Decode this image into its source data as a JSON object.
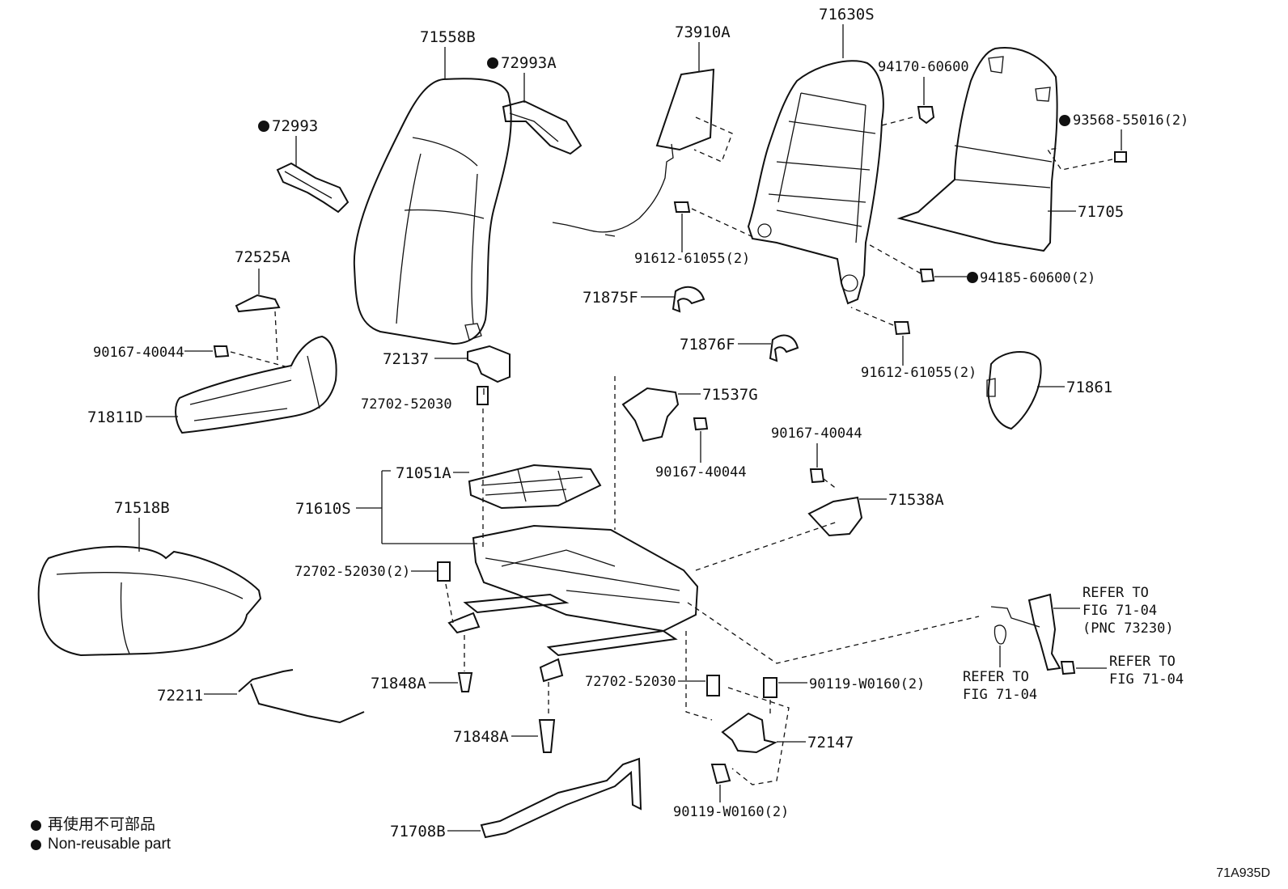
{
  "labels": {
    "p71558B": "71558B",
    "p72993A": "72993A",
    "p72993": "72993",
    "p73910A": "73910A",
    "p71630S": "71630S",
    "p94170": "94170-60600",
    "p93568": "93568-55016(2)",
    "p71705": "71705",
    "p91612a": "91612-61055(2)",
    "p94185": "94185-60600(2)",
    "p72525A": "72525A",
    "p90167a": "90167-40044",
    "p71811D": "71811D",
    "p71875F": "71875F",
    "p72137": "72137",
    "p72702a": "72702-52030",
    "p71876F": "71876F",
    "p91612b": "91612-61055(2)",
    "p71861": "71861",
    "p71537G": "71537G",
    "p90167b": "90167-40044",
    "p90167c": "90167-40044",
    "p71051A": "71051A",
    "p71610S": "71610S",
    "p71538A": "71538A",
    "p71518B": "71518B",
    "p72702b": "72702-52030(2)",
    "refer1a": "REFER TO",
    "refer1b": "FIG 71-04",
    "refer1c": "(PNC 73230)",
    "refer2a": "REFER TO",
    "refer2b": "FIG 71-04",
    "refer3a": "REFER TO",
    "refer3b": "FIG 71-04",
    "p71848Aa": "71848A",
    "p72702c": "72702-52030",
    "p90119a": "90119-W0160(2)",
    "p72211": "72211",
    "p71848Ab": "71848A",
    "p72147": "72147",
    "p90119b": "90119-W0160(2)",
    "p71708B": "71708B"
  },
  "legend": {
    "line1": "再使用不可部品",
    "line2": "Non-reusable part"
  },
  "figure_code": "71A935D"
}
